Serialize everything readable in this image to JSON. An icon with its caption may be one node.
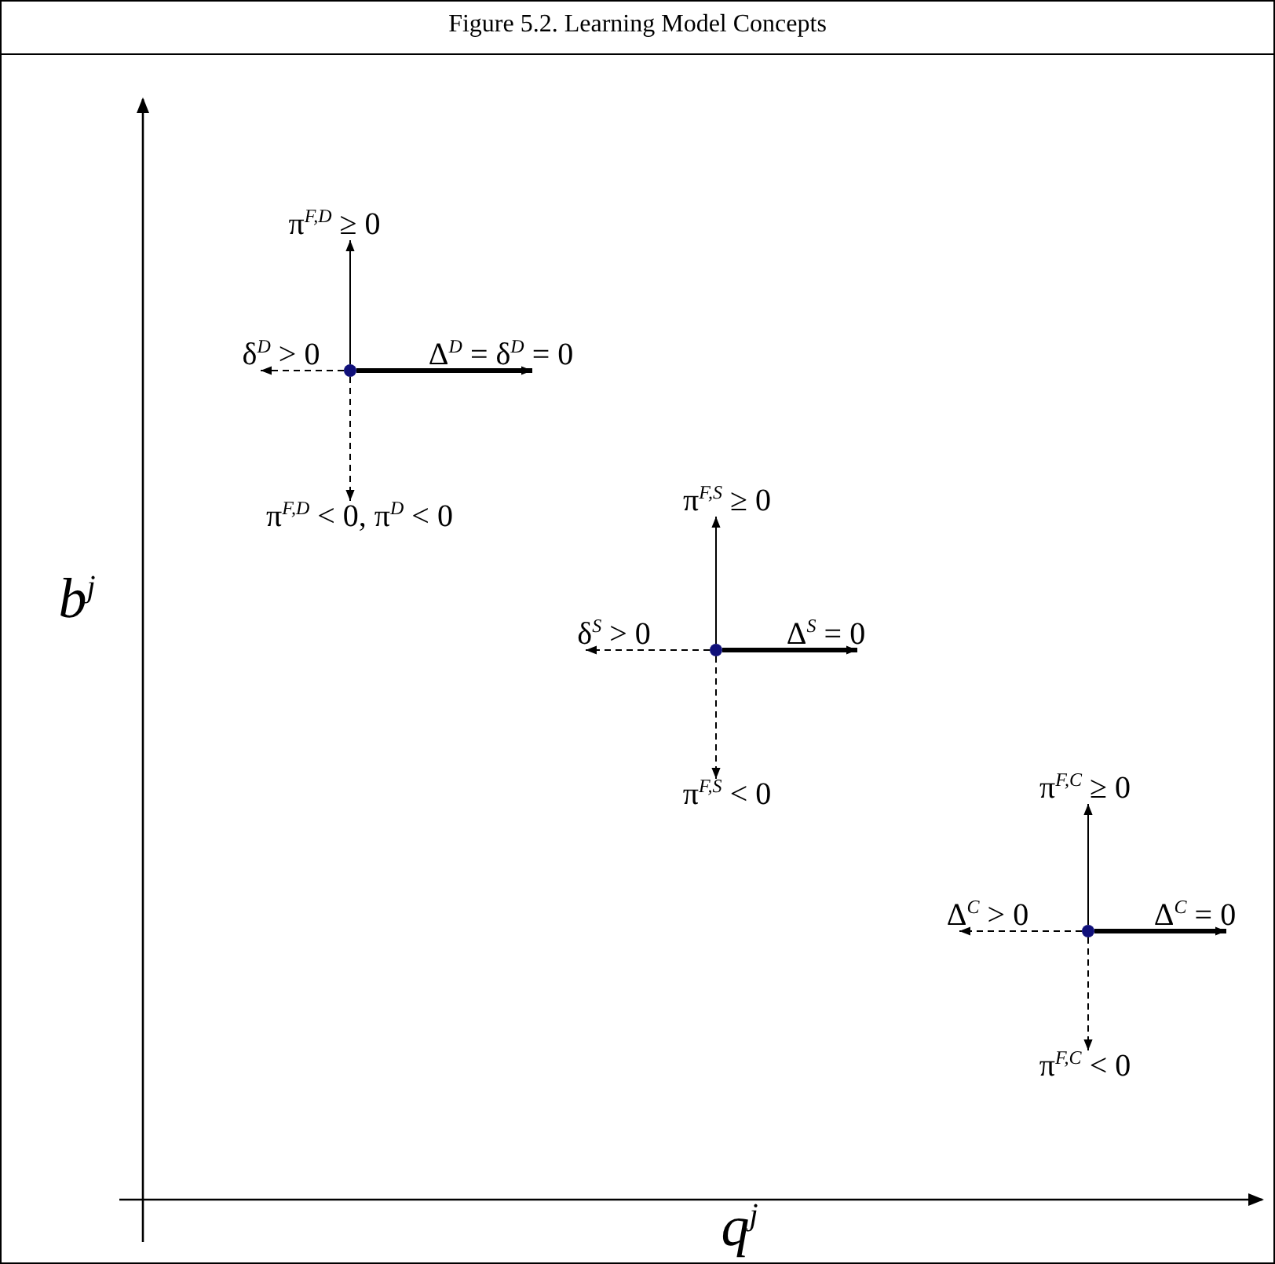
{
  "diagram": {
    "title": "Figure 5.2.  Learning Model Concepts",
    "nodes": [
      {
        "text": [
          "π$^{F,D}$ ≥ 0"
        ]
      },
      {
        "text": [
          "δ$^{D}$ > 0"
        ]
      },
      {
        "text": [
          "Δ$^{D}$ = δ$^{D}$ = 0"
        ]
      },
      {
        "text": [],
        "shape": "circle"
      },
      {
        "text": [
          "π$^{F,D}$ < 0,  π$^{D}$ < 0"
        ]
      },
      {
        "text": [
          "π$^{F,S}$ ≥ 0"
        ]
      },
      {
        "text": [
          "δ$^{S}$ > 0"
        ]
      },
      {
        "text": [
          "Δ$^{S}$ = 0"
        ]
      },
      {
        "text": [],
        "shape": "circle"
      },
      {
        "text": [
          "π$^{F,S}$ < 0"
        ]
      },
      {
        "text": [
          "π$^{F,C}$ ≥ 0"
        ]
      },
      {
        "text": [
          "Δ$^{C}$ > 0"
        ]
      },
      {
        "text": [
          "Δ$^{C}$ = 0"
        ]
      },
      {
        "text": [],
        "shape": "circle"
      },
      {
        "text": [
          "π$^{F,C}$ < 0"
        ]
      }
    ],
    "edges": [
      {
        "from": 3,
        "to": 0,
        "arrow": "to"
      },
      {
        "from": 3,
        "to": 1,
        "arrow": "to",
        "style": "dashed"
      },
      {
        "from": 3,
        "to": 2,
        "arrow": "to",
        "style": "thick"
      },
      {
        "from": 3,
        "to": 4,
        "arrow": "to",
        "style": "dashed"
      },
      {
        "from": 8,
        "to": 5,
        "arrow": "to"
      },
      {
        "from": 8,
        "to": 6,
        "arrow": "to",
        "style": "dashed"
      },
      {
        "from": 8,
        "to": 7,
        "arrow": "to",
        "style": "thick"
      },
      {
        "from": 8,
        "to": 9,
        "arrow": "to",
        "style": "dashed"
      },
      {
        "from": 13,
        "to": 10,
        "arrow": "to"
      },
      {
        "from": 13,
        "to": 11,
        "arrow": "to",
        "style": "dashed"
      },
      {
        "from": 13,
        "to": 12,
        "arrow": "to",
        "style": "thick"
      },
      {
        "from": 13,
        "to": 14,
        "arrow": "to",
        "style": "dashed"
      }
    ],
    "labels": [
      "b$^{j}$",
      "q$^{j}$"
    ]
  }
}
